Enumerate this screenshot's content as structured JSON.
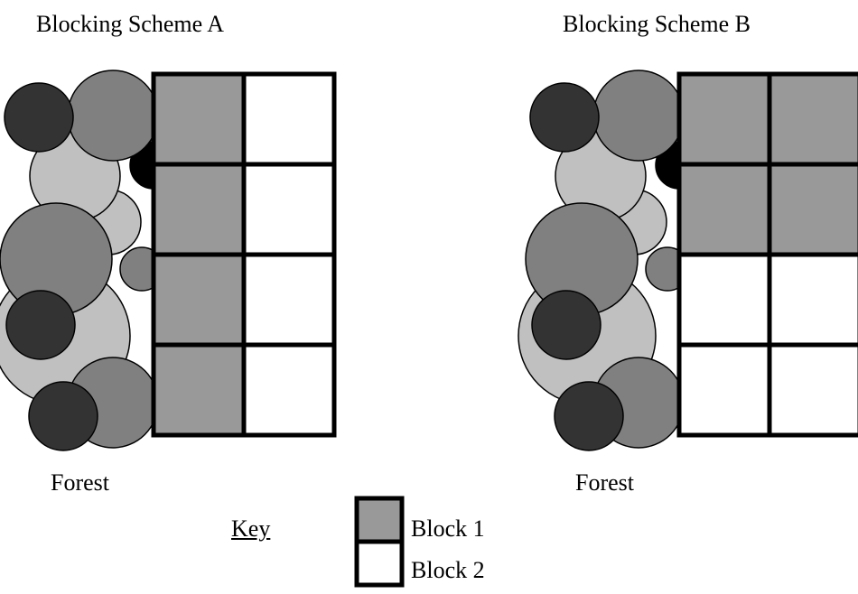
{
  "schemes": [
    {
      "title": "Blocking Scheme A",
      "forest_label": "Forest",
      "grid": [
        [
          "block1",
          "block2"
        ],
        [
          "block1",
          "block2"
        ],
        [
          "block1",
          "block2"
        ],
        [
          "block1",
          "block2"
        ]
      ]
    },
    {
      "title": "Blocking Scheme B",
      "forest_label": "Forest",
      "grid": [
        [
          "block1",
          "block1"
        ],
        [
          "block1",
          "block1"
        ],
        [
          "block2",
          "block2"
        ],
        [
          "block2",
          "block2"
        ]
      ]
    }
  ],
  "key": {
    "title": "Key",
    "items": [
      {
        "label": "Block 1",
        "color": "#999999"
      },
      {
        "label": "Block 2",
        "color": "#ffffff"
      }
    ]
  },
  "colors": {
    "block1": "#999999",
    "block2": "#ffffff",
    "tree_dark": "#333333",
    "tree_mid": "#808080",
    "tree_light": "#c0c0c0",
    "tree_black": "#000000"
  }
}
